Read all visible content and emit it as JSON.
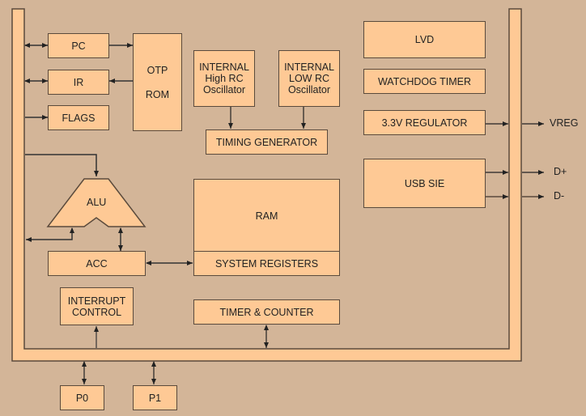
{
  "diagram": {
    "colors": {
      "background": "#d3b598",
      "block_fill": "#fec995",
      "border": "#5a4a3c",
      "line": "#222222"
    },
    "blocks": {
      "pc": "PC",
      "ir": "IR",
      "flags": "FLAGS",
      "otp_rom_line1": "OTP",
      "otp_rom_line2": "ROM",
      "high_rc_line1": "INTERNAL",
      "high_rc_line2": "High RC",
      "high_rc_line3": "Oscillator",
      "low_rc_line1": "INTERNAL",
      "low_rc_line2": "LOW RC",
      "low_rc_line3": "Oscillator",
      "timing_generator": "TIMING GENERATOR",
      "lvd": "LVD",
      "watchdog": "WATCHDOG TIMER",
      "regulator": "3.3V REGULATOR",
      "usb_sie": "USB SIE",
      "alu": "ALU",
      "ram": "RAM",
      "system_registers": "SYSTEM REGISTERS",
      "acc": "ACC",
      "interrupt_line1": "INTERRUPT",
      "interrupt_line2": "CONTROL",
      "timer_counter": "TIMER & COUNTER",
      "p0": "P0",
      "p1": "P1"
    },
    "outputs": {
      "vreg": "VREG",
      "dplus": "D+",
      "dminus": "D-"
    }
  }
}
